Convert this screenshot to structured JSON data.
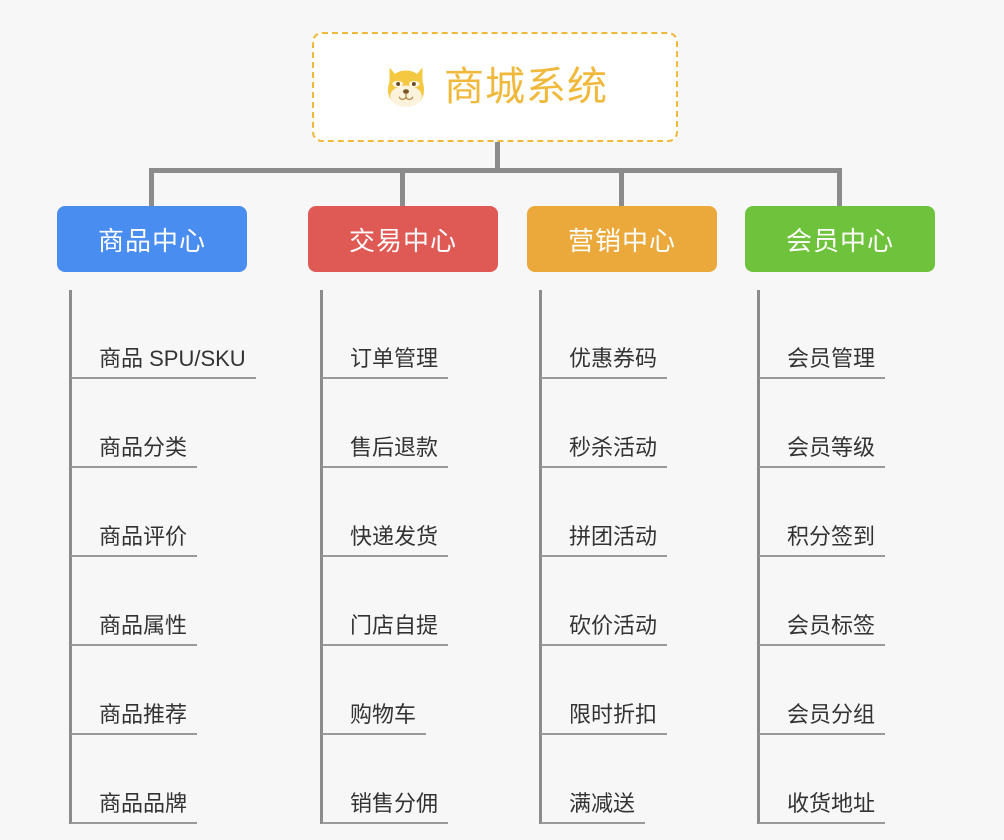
{
  "root": {
    "label": "商城系统",
    "icon": "shiba-dog-icon",
    "border_color": "#f0b93c",
    "text_color": "#f0b93c",
    "background": "#ffffff"
  },
  "canvas": {
    "background": "#f7f7f7",
    "connector_color": "#8c8c8c"
  },
  "branches": [
    {
      "title": "商品中心",
      "color": "#4a8df0",
      "items": [
        "商品 SPU/SKU",
        "商品分类",
        "商品评价",
        "商品属性",
        "商品推荐",
        "商品品牌"
      ]
    },
    {
      "title": "交易中心",
      "color": "#e05a55",
      "items": [
        "订单管理",
        "售后退款",
        "快递发货",
        "门店自提",
        "购物车",
        "销售分佣"
      ]
    },
    {
      "title": "营销中心",
      "color": "#eaa93a",
      "items": [
        "优惠券码",
        "秒杀活动",
        "拼团活动",
        "砍价活动",
        "限时折扣",
        "满减送"
      ]
    },
    {
      "title": "会员中心",
      "color": "#6fc23c",
      "items": [
        "会员管理",
        "会员等级",
        "积分签到",
        "会员标签",
        "会员分组",
        "收货地址"
      ]
    }
  ]
}
